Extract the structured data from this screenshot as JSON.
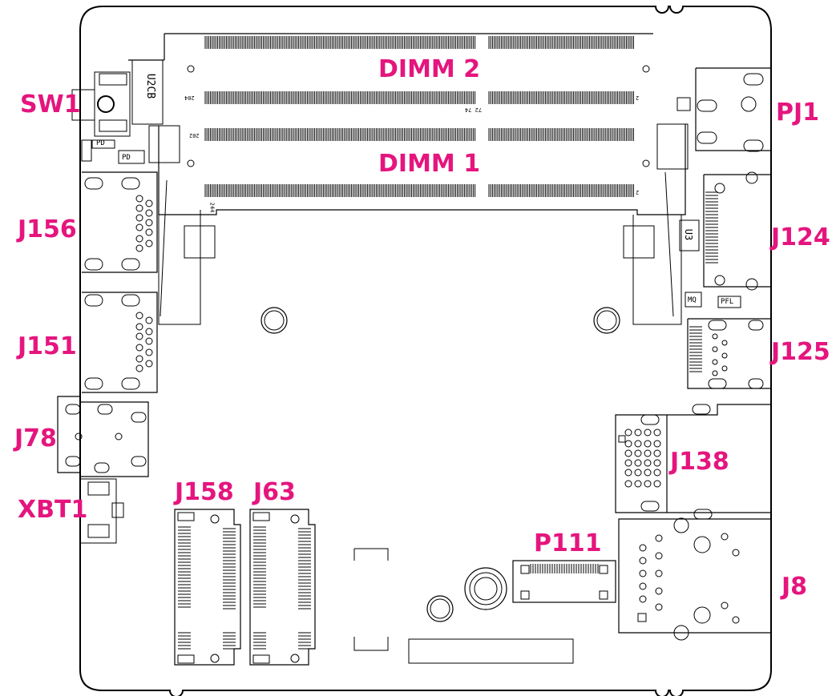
{
  "accent_color": "#e5157e",
  "line_color": "#000000",
  "labels": {
    "dimm2": "DIMM 2",
    "dimm1": "DIMM 1",
    "sw1": "SW1",
    "pj1": "PJ1",
    "j156": "J156",
    "j124": "J124",
    "j151": "J151",
    "j125": "J125",
    "j78": "J78",
    "j138": "J138",
    "xbt1": "XBT1",
    "j158": "J158",
    "j63": "J63",
    "p111": "P111",
    "j8": "J8"
  },
  "silkscreen": {
    "u2cb": "U2CB",
    "pd_a": "PD",
    "pd_b": "PD",
    "u3": "U3",
    "q1": "MQ",
    "pfl": "PFL",
    "n204": "204",
    "n202": "202",
    "n2a": "2",
    "n2b": "2",
    "n74": "72  74",
    "n244": "244"
  }
}
